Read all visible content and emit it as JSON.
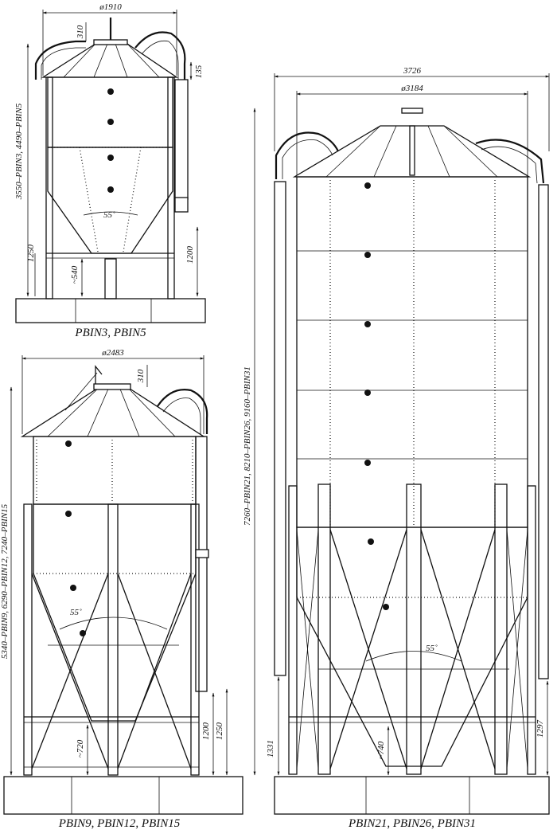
{
  "drawings": [
    {
      "caption": "PBIN3, PBIN5",
      "diameter": "ø1910",
      "height": "3550–PBIN3, 4490–PBIN5",
      "roof_rise": "310",
      "offset": "135",
      "leg_height": "1250",
      "hopper_clearance": "1200",
      "outlet_height": "~540",
      "cone_angle": "55˚"
    },
    {
      "caption": "PBIN9, PBIN12, PBIN15",
      "diameter": "ø2483",
      "height": "5340–PBIN9, 6290–PBIN12, 7240–PBIN15",
      "roof_rise": "310",
      "leg_height": "1250",
      "hopper_clearance": "1200",
      "outlet_height": "~720",
      "cone_angle": "55˚"
    },
    {
      "caption": "PBIN21, PBIN26, PBIN31",
      "overall_width": "3726",
      "diameter": "ø3184",
      "height": "7260–PBIN21, 8210–PBIN26, 9160–PBIN31",
      "leg_height_left": "1331",
      "leg_height_right": "1297",
      "outlet_height": "~740",
      "cone_angle": "55˚"
    }
  ]
}
